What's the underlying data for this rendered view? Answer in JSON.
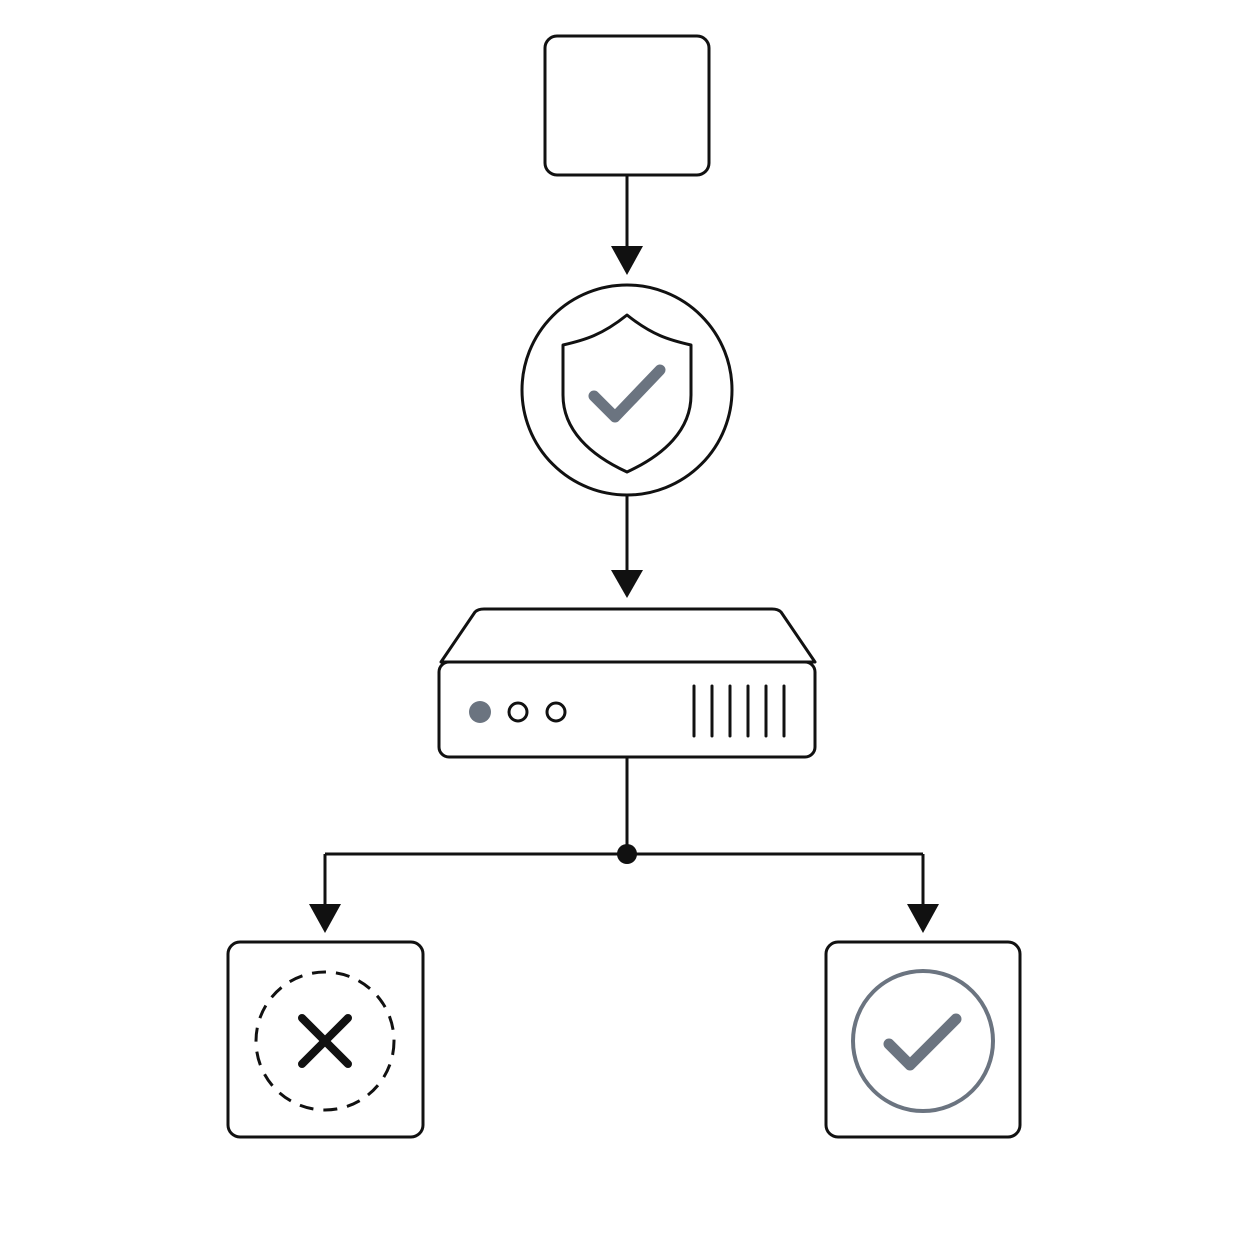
{
  "diagram": {
    "nodes": [
      {
        "id": "source",
        "kind": "plain-box",
        "label": ""
      },
      {
        "id": "security-check",
        "kind": "shield-check-circle",
        "label": ""
      },
      {
        "id": "server",
        "kind": "server-unit",
        "label": ""
      },
      {
        "id": "rejected",
        "kind": "dashed-x-box",
        "label": ""
      },
      {
        "id": "accepted",
        "kind": "check-circle-box",
        "label": ""
      }
    ],
    "edges": [
      {
        "from": "source",
        "to": "security-check"
      },
      {
        "from": "security-check",
        "to": "server"
      },
      {
        "from": "server",
        "to": "rejected"
      },
      {
        "from": "server",
        "to": "accepted"
      }
    ]
  },
  "icons": {
    "shield": "shield-icon",
    "check": "checkmark-icon",
    "server": "server-icon",
    "cross": "x-icon",
    "check_circle": "check-circle-icon"
  },
  "colors": {
    "stroke": "#111111",
    "accent": "#6b7480",
    "background": "#ffffff"
  }
}
